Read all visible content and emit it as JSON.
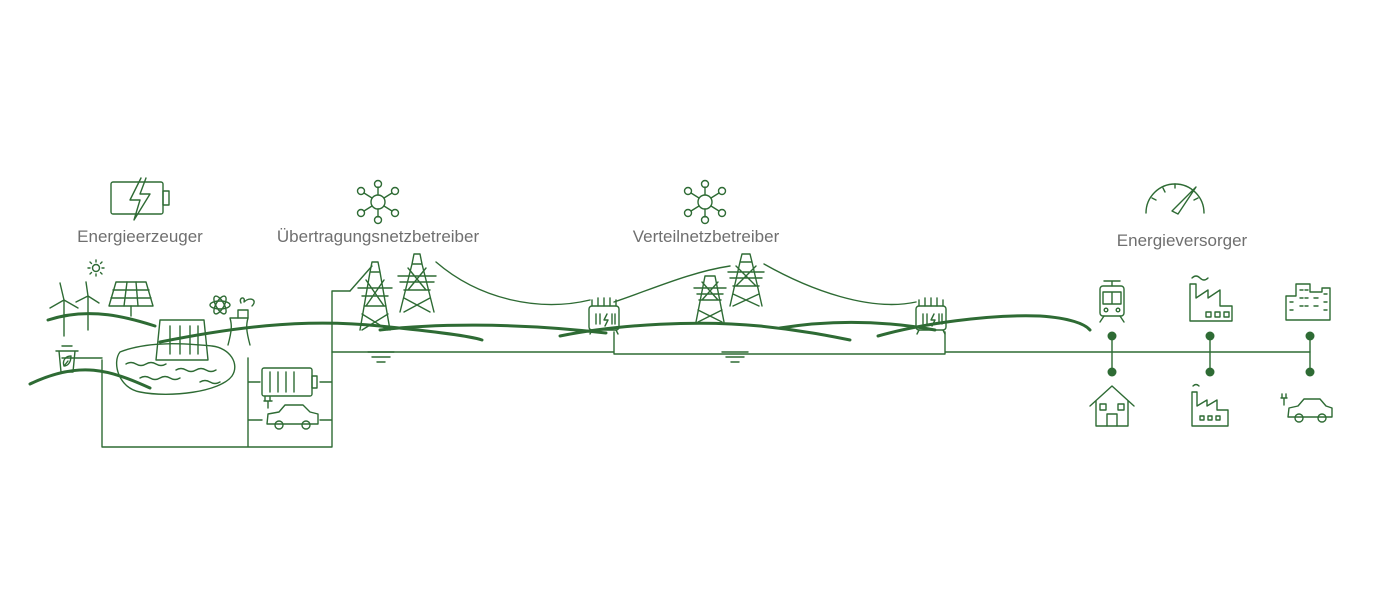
{
  "stages": {
    "producer": {
      "label": "Energieerzeuger",
      "icon": "battery-lightning-icon"
    },
    "transmission": {
      "label": "Übertragungsnetzbetreiber",
      "icon": "network-node-icon"
    },
    "distribution": {
      "label": "Verteilnetzbetreiber",
      "icon": "network-node-icon"
    },
    "supplier": {
      "label": "Energieversorger",
      "icon": "speedometer-icon"
    }
  },
  "consumers_top": [
    "tram-icon",
    "factory-icon",
    "city-buildings-icon"
  ],
  "consumers_bottom": [
    "house-icon",
    "small-factory-icon",
    "electric-car-icon"
  ],
  "colors": {
    "line": "#2e6b34",
    "label": "#6f6f6f",
    "background": "#ffffff"
  }
}
